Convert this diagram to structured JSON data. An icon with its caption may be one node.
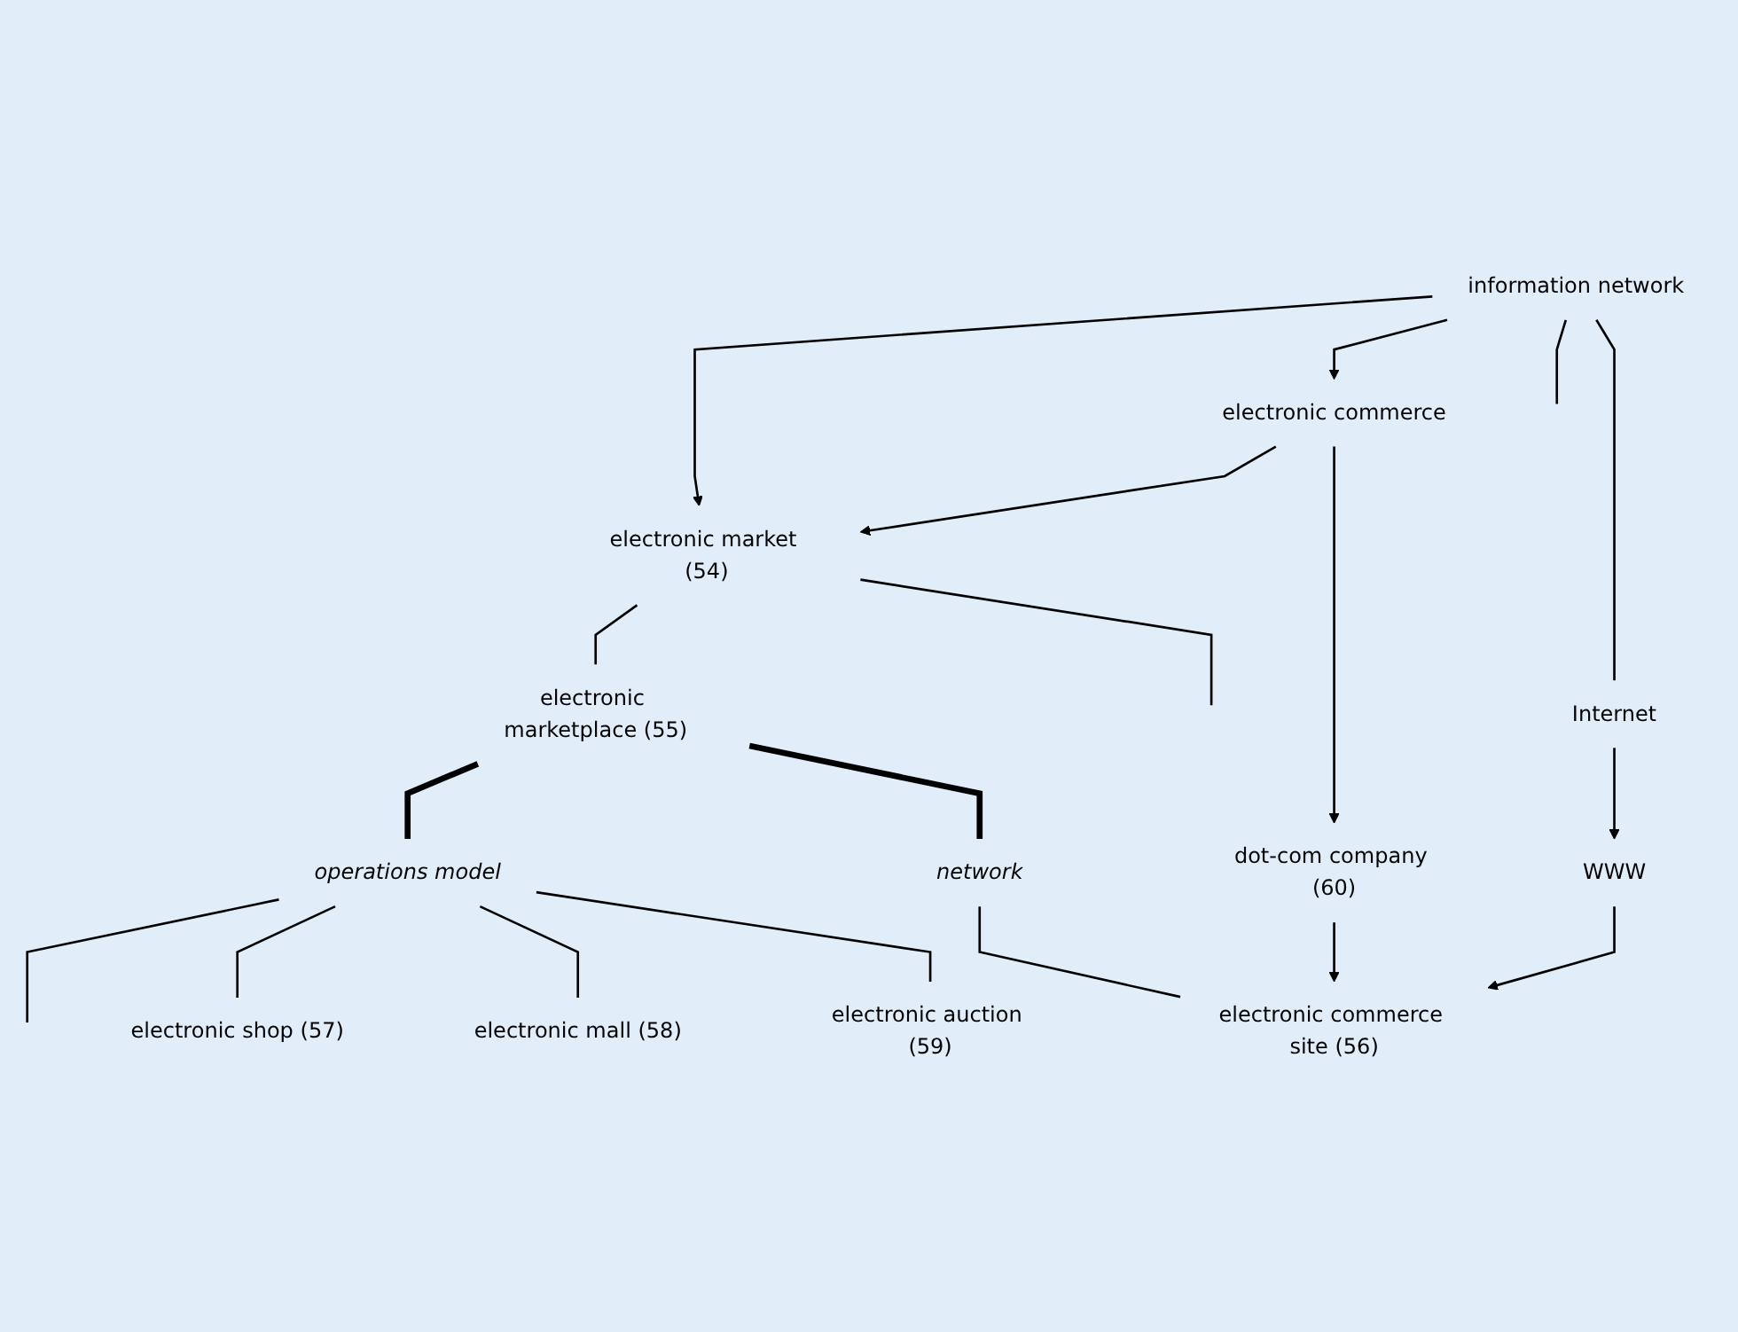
{
  "diagram": {
    "nodes": [
      {
        "text": [
          "information network"
        ]
      },
      {
        "text": [
          "electronic market (54)"
        ]
      },
      {
        "text": [
          "electronic commerce"
        ]
      },
      {
        "text": [
          "dot-com company (60)"
        ]
      },
      {
        "text": [
          "electronic marketplace (55)"
        ]
      },
      {
        "text": [
          "Internet"
        ]
      },
      {
        "text": [
          "operations model"
        ]
      },
      {
        "text": [
          "network"
        ]
      },
      {
        "text": [
          "WWW"
        ]
      },
      {
        "text": [
          "electronic commerce site (56)"
        ]
      },
      {
        "text": [
          "electronic shop (57)"
        ]
      },
      {
        "text": [
          "electronic mall (58)"
        ]
      },
      {
        "text": [
          "electronic auction (59)"
        ]
      }
    ],
    "edges": [
      {
        "from": 0,
        "to": 1,
        "arrow": "to"
      },
      {
        "from": 0,
        "to": 2,
        "arrow": "to"
      },
      {
        "from": 0,
        "to": null,
        "arrow": "none"
      },
      {
        "from": 0,
        "to": 5,
        "arrow": "none"
      },
      {
        "from": 2,
        "to": 1,
        "arrow": "to"
      },
      {
        "from": 2,
        "to": 3,
        "arrow": "to"
      },
      {
        "from": 1,
        "to": 4,
        "arrow": "none"
      },
      {
        "from": 1,
        "to": null,
        "arrow": "none"
      },
      {
        "from": 3,
        "to": 9,
        "arrow": "to"
      },
      {
        "from": 5,
        "to": 8,
        "arrow": "to"
      },
      {
        "from": 4,
        "to": 6,
        "arrow": "none",
        "style": "thick"
      },
      {
        "from": 4,
        "to": 7,
        "arrow": "none",
        "style": "thick"
      },
      {
        "from": 8,
        "to": 9,
        "arrow": "to"
      },
      {
        "from": 6,
        "to": null,
        "arrow": "none"
      },
      {
        "from": 7,
        "to": 9,
        "arrow": "none"
      },
      {
        "from": 6,
        "to": 10,
        "arrow": "none"
      },
      {
        "from": 6,
        "to": 11,
        "arrow": "none"
      },
      {
        "from": 6,
        "to": 12,
        "arrow": "none"
      }
    ]
  }
}
